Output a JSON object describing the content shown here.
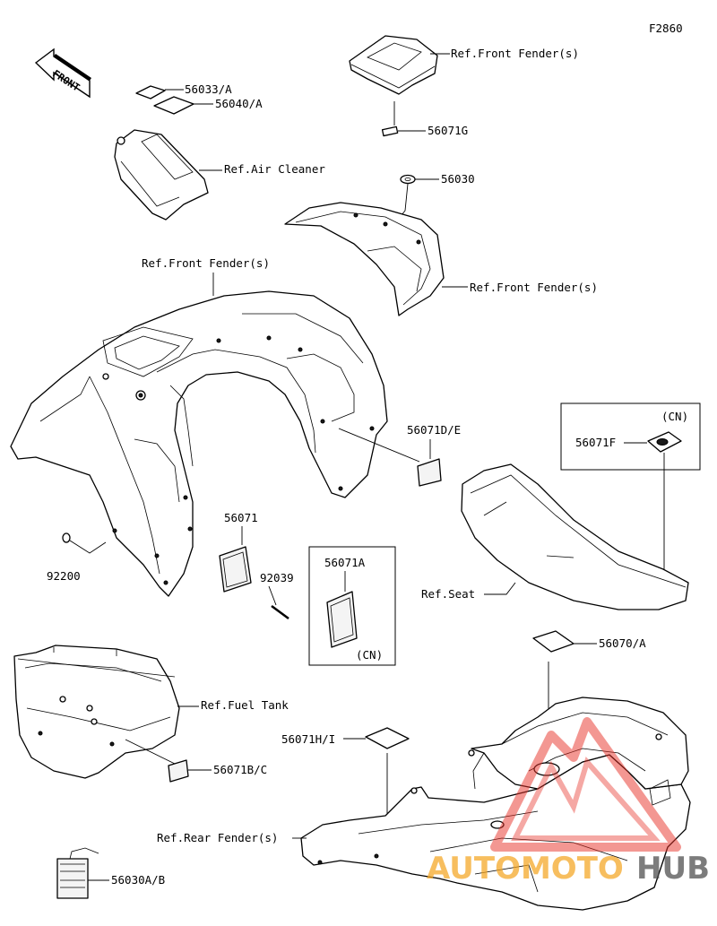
{
  "figure_id": "F2860",
  "direction_label": "FRONT",
  "labels": {
    "p56033A": "56033/A",
    "p56040A": "56040/A",
    "ref_air_cleaner": "Ref.Air Cleaner",
    "ref_front_fender_1": "Ref.Front Fender(s)",
    "p56071G": "56071G",
    "p56030": "56030",
    "ref_front_fender_2": "Ref.Front Fender(s)",
    "ref_front_fender_3": "Ref.Front Fender(s)",
    "p56071DE": "56071D/E",
    "cn_1": "(CN)",
    "p56071F": "56071F",
    "p56071": "56071",
    "p92200": "92200",
    "p92039": "92039",
    "p56071A": "56071A",
    "cn_2": "(CN)",
    "ref_seat": "Ref.Seat",
    "p56070A": "56070/A",
    "ref_fuel_tank": "Ref.Fuel Tank",
    "p56071BC": "56071B/C",
    "p56071HI": "56071H/I",
    "ref_rear_fender": "Ref.Rear Fender(s)",
    "p56030AB": "56030A/B"
  },
  "watermark": {
    "part1": "AUTOMOTO",
    "part2": "HUB",
    "color_red": "#e8332a",
    "color_orange": "#f5a623",
    "color_dark": "#4a4a4a"
  }
}
